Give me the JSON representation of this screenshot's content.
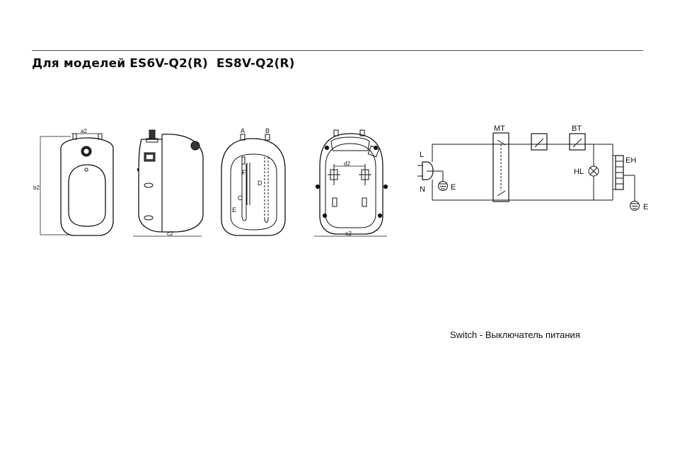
{
  "document": {
    "heading": "Для моделей ES6V-Q2(R)  ES8V-Q2(R)",
    "caption": "Switch - Выключатель питания"
  },
  "dimensions": {
    "a2": "a2",
    "b2": "b2",
    "c2": "c2",
    "d2": "d2",
    "e2": "e2"
  },
  "parts": {
    "A": "A",
    "B": "B",
    "C": "C",
    "D": "D",
    "E": "E",
    "F": "F"
  },
  "wiring": {
    "L": "L",
    "N": "N",
    "E1": "E",
    "E2": "E",
    "MT": "MT",
    "BT": "BT",
    "HL": "HL",
    "EH": "EH"
  }
}
